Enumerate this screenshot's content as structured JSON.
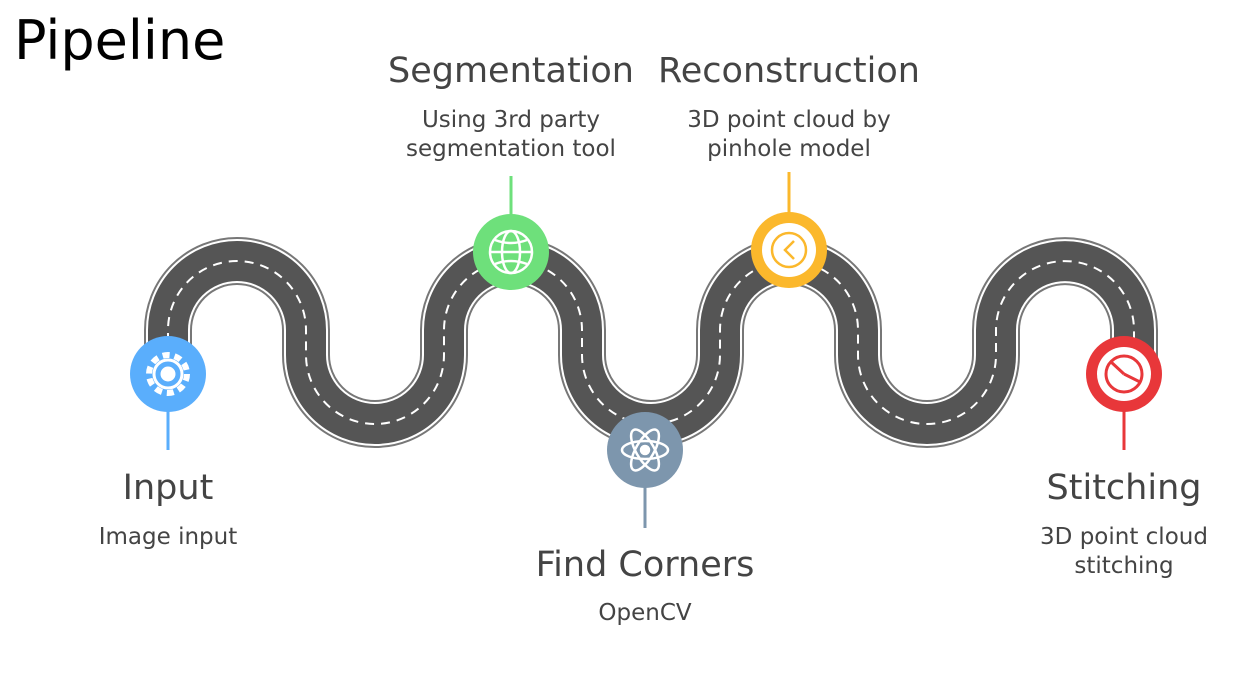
{
  "title": "Pipeline",
  "road_color": "#555555",
  "stages": [
    {
      "id": "input",
      "title": "Input",
      "desc": [
        "Image input"
      ],
      "color": "#5aaefc",
      "icon": "gear-icon"
    },
    {
      "id": "segmentation",
      "title": "Segmentation",
      "desc": [
        "Using 3rd party",
        "segmentation tool"
      ],
      "color": "#6ee07b",
      "icon": "globe-icon"
    },
    {
      "id": "find-corners",
      "title": "Find Corners",
      "desc": [
        "OpenCV"
      ],
      "color": "#7d96ad",
      "icon": "atom-icon"
    },
    {
      "id": "reconstruction",
      "title": "Reconstruction",
      "desc": [
        "3D point cloud by",
        "pinhole model"
      ],
      "color": "#fbb82c",
      "icon": "clock-icon"
    },
    {
      "id": "stitching",
      "title": "Stitching",
      "desc": [
        "3D point cloud",
        "stitching"
      ],
      "color": "#e8373a",
      "icon": "pie-chart-icon"
    }
  ]
}
